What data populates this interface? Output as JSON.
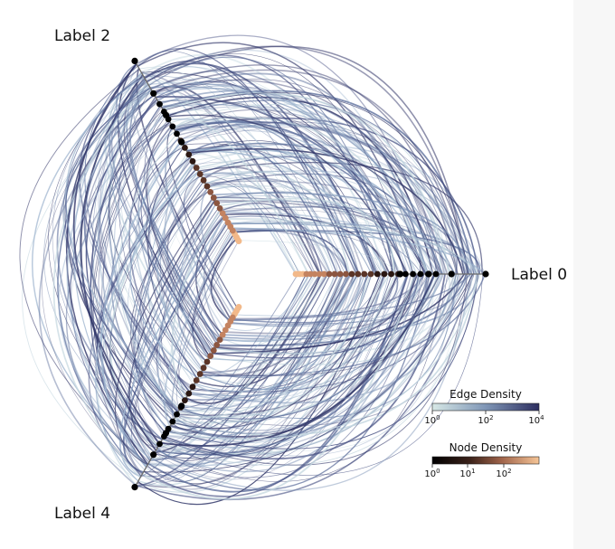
{
  "diagram": {
    "axes": [
      {
        "label": "Label 0"
      },
      {
        "label": "Label 2"
      },
      {
        "label": "Label 4"
      }
    ],
    "edge_colormap": {
      "title": "Edge Density",
      "low": "#cfe3e2",
      "mid": "#7f96b6",
      "high": "#2d2e5f"
    },
    "node_colormap": {
      "title": "Node Density",
      "low": "#000000",
      "mid": "#7a4a36",
      "high": "#f5b98b"
    },
    "edge_ticks": [
      {
        "base": "10",
        "exp": "0"
      },
      {
        "base": "10",
        "exp": "2"
      },
      {
        "base": "10",
        "exp": "4"
      }
    ],
    "node_ticks": [
      {
        "base": "10",
        "exp": "0"
      },
      {
        "base": "10",
        "exp": "1"
      },
      {
        "base": "10",
        "exp": "2"
      }
    ]
  }
}
